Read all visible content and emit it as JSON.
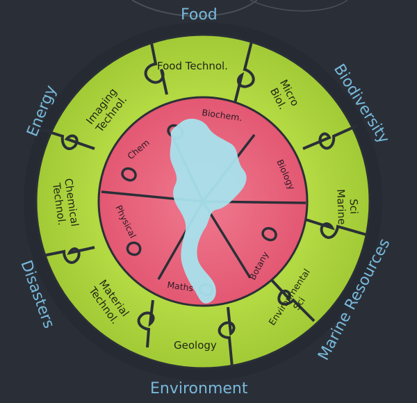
{
  "outer_labels": {
    "food": "Food",
    "biodiversity": "Biodiversity",
    "marine_resources": "Marine Resources",
    "environment": "Environment",
    "disasters": "Disasters",
    "energy": "Energy"
  },
  "green_ring": {
    "food_technol": "Food Technol.",
    "micro_biol_1": "Micro",
    "micro_biol_2": "Biol.",
    "marine_sci_1": "Marine",
    "marine_sci_2": "Sci",
    "environmental_sci_1": "Environmental",
    "environmental_sci_2": "Sci",
    "geology": "Geology",
    "material_technol_1": "Material",
    "material_technol_2": "Technol.",
    "chemical_technol_1": "Chemical",
    "chemical_technol_2": "Technol.",
    "imaging_technol_1": "Imaging",
    "imaging_technol_2": "Technol."
  },
  "pink_ring": {
    "biochem": "Biochem.",
    "biology": "Biology",
    "botany": "Botany",
    "maths": "Maths",
    "physical": "Physical",
    "chem": "Chem"
  },
  "colors": {
    "background": "#2a2f37",
    "outer_text": "#79b9dc",
    "green": "#a9d23c",
    "pink": "#e8647f",
    "map": "#a8e2ec"
  }
}
